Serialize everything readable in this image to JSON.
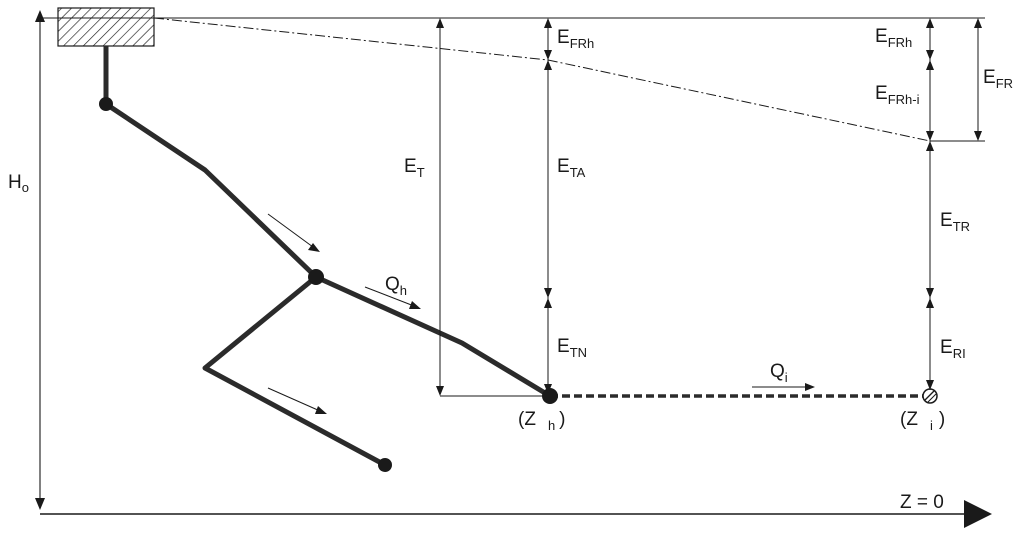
{
  "colors": {
    "ink": "#1a1a1a",
    "pipe": "#2b2b2b",
    "background": "#ffffff"
  },
  "labels": {
    "H0": {
      "main": "H",
      "sub": "o"
    },
    "ET": {
      "main": "E",
      "sub": "T"
    },
    "EFRh_top": {
      "main": "E",
      "sub": "FRh"
    },
    "ETA": {
      "main": "E",
      "sub": "TA"
    },
    "ETN": {
      "main": "E",
      "sub": "TN"
    },
    "EFRh_right": {
      "main": "E",
      "sub": "FRh"
    },
    "EFRh_i": {
      "main": "E",
      "sub": "FRh-i"
    },
    "EFR": {
      "main": "E",
      "sub": "FR"
    },
    "ETR": {
      "main": "E",
      "sub": "TR"
    },
    "ERI": {
      "main": "E",
      "sub": "RI"
    },
    "Qh": {
      "main": "Q",
      "sub": "h"
    },
    "Qi": {
      "main": "Q",
      "sub": "i"
    },
    "Zh": {
      "open": "(Z",
      "sub": "h",
      "close": ")"
    },
    "Zi": {
      "open": "(Z",
      "sub": "i",
      "close": ")"
    },
    "Zzero": "Z = 0"
  }
}
